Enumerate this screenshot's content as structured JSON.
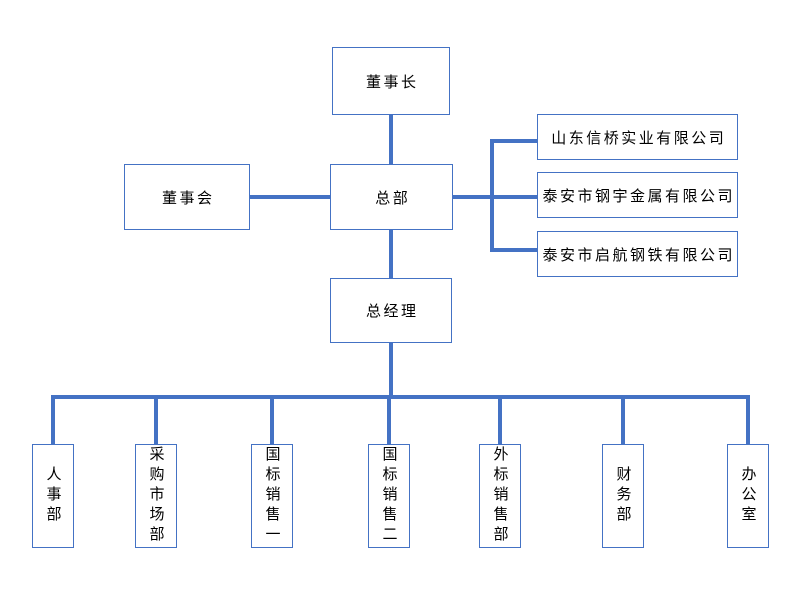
{
  "colors": {
    "line": "#4472C4",
    "border": "#4472C4",
    "text": "#000000",
    "bg": "#ffffff"
  },
  "chart_data": {
    "type": "org-chart",
    "nodes": {
      "chairman": "董事长",
      "board": "董事会",
      "headquarters": "总部",
      "general_manager": "总经理"
    },
    "subsidiaries": [
      "山东信桥实业有限公司",
      "泰安市钢宇金属有限公司",
      "泰安市启航钢铁有限公司"
    ],
    "departments": [
      "人事部",
      "采购市场部",
      "国标销售一",
      "国标销售二",
      "外标销售部",
      "财务部",
      "办公室"
    ],
    "edges": [
      "chairman->headquarters",
      "board->headquarters",
      "headquarters->subsidiaries",
      "headquarters->general_manager",
      "general_manager->departments"
    ]
  }
}
